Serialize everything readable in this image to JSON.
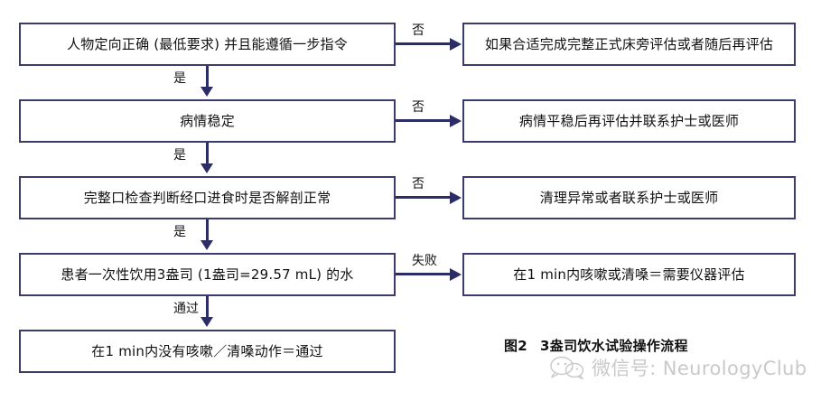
{
  "figure": {
    "caption_number": "图2",
    "caption_title": "3盎司饮水试验操作流程"
  },
  "watermark": {
    "icon": "wechat-icon",
    "text": "微信号: NeurologyClub"
  },
  "flowchart": {
    "type": "flowchart",
    "orientation": "top-to-bottom with lateral failure branches",
    "steps": [
      {
        "id": "step1",
        "main_label": "人物定向正确 (最低要求) 并且能遵循一步指令",
        "branch_label": "否",
        "branch_target": "如果合适完成完整正式床旁评估或者随后再评估",
        "continue_label": "是"
      },
      {
        "id": "step2",
        "main_label": "病情稳定",
        "branch_label": "否",
        "branch_target": "病情平稳后再评估并联系护士或医师",
        "continue_label": "是"
      },
      {
        "id": "step3",
        "main_label": "完整口检查判断经口进食时是否解剖正常",
        "branch_label": "否",
        "branch_target": "清理异常或者联系护士或医师",
        "continue_label": "是"
      },
      {
        "id": "step4",
        "main_label": "患者一次性饮用3盎司 (1盎司=29.57 mL) 的水",
        "branch_label": "失败",
        "branch_target": "在1 min内咳嗽或清嗓＝需要仪器评估",
        "continue_label": "通过"
      },
      {
        "id": "step5",
        "main_label": "在1 min内没有咳嗽／清嗓动作＝通过",
        "branch_label": null,
        "branch_target": null,
        "continue_label": null
      }
    ],
    "colors": {
      "box_border": "#3b3b6e",
      "connector": "#2c2c66",
      "box_fill": "#ffffff",
      "text": "#111111",
      "watermark": "#c9c9c9"
    }
  }
}
